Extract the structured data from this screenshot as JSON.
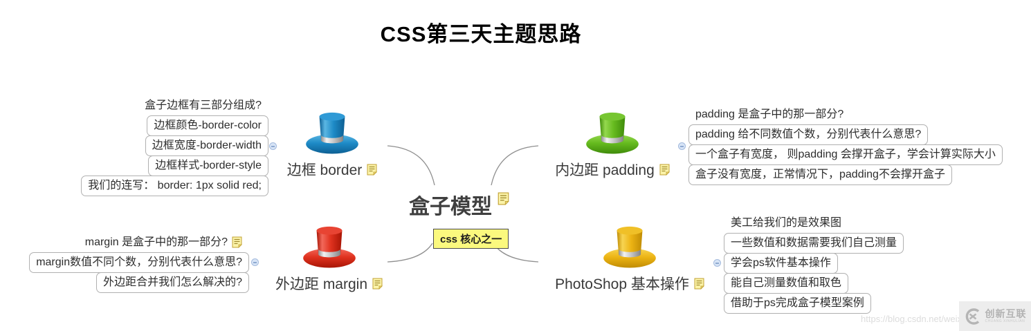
{
  "title": "CSS第三天主题思路",
  "center": {
    "label": "盒子模型",
    "tag": "css 核心之一",
    "tag_bg": "#FBF97E"
  },
  "branches": [
    {
      "name": "border",
      "label": "边框 border",
      "hat": {
        "main": "#1E8BC7",
        "dark": "#0D5F93",
        "light": "#5BB6E3",
        "top": "#2F9AD6"
      },
      "items": [
        "盒子边框有三部分组成?",
        "边框颜色-border-color",
        "边框宽度-border-width",
        "边框样式-border-style",
        "我们的连写：  border: 1px solid red;"
      ]
    },
    {
      "name": "margin",
      "label": "外边距 margin",
      "hat": {
        "main": "#E0321F",
        "dark": "#A81505",
        "light": "#F2685A",
        "top": "#E84433"
      },
      "items": [
        "margin 是盒子中的那一部分?",
        "margin数值不同个数，分别代表什么意思?",
        "外边距合并我们怎么解决的?"
      ]
    },
    {
      "name": "padding",
      "label": "内边距 padding",
      "hat": {
        "main": "#66BB1F",
        "dark": "#3F8B0A",
        "light": "#94D84E",
        "top": "#77C631"
      },
      "items": [
        "padding 是盒子中的那一部分?",
        "padding 给不同数值个数，分别代表什么意思?",
        "一个盒子有宽度， 则padding 会撑开盒子，学会计算实际大小",
        "盒子没有宽度，正常情况下，padding不会撑开盒子"
      ]
    },
    {
      "name": "photoshop",
      "label": "PhotoShop 基本操作",
      "hat": {
        "main": "#EDB414",
        "dark": "#C08C04",
        "light": "#F7D452",
        "top": "#F0C027"
      },
      "items": [
        "美工给我们的是效果图",
        "一些数值和数据需要我们自己测量",
        "学会ps软件基本操作",
        "能自己测量数值和取色",
        "借助于ps完成盒子模型案例"
      ]
    }
  ],
  "connector_color": "#8f8f8f",
  "watermark": {
    "url": "https://blog.csdn.net/weix",
    "brand": "创新互联",
    "brand_sub": "CHUANG XINHULIAN"
  }
}
